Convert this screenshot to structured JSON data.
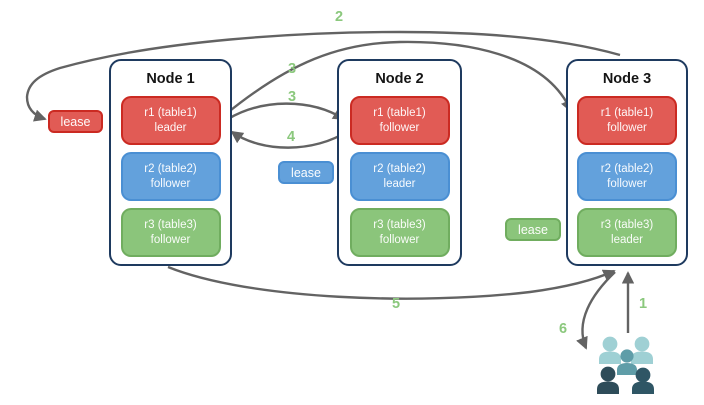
{
  "diagram": {
    "nodes": [
      {
        "title": "Node 1",
        "replicas": [
          {
            "name": "r1 (table1)",
            "role": "leader",
            "color": "red"
          },
          {
            "name": "r2 (table2)",
            "role": "follower",
            "color": "blue"
          },
          {
            "name": "r3 (table3)",
            "role": "follower",
            "color": "green"
          }
        ]
      },
      {
        "title": "Node 2",
        "replicas": [
          {
            "name": "r1 (table1)",
            "role": "follower",
            "color": "red"
          },
          {
            "name": "r2 (table2)",
            "role": "leader",
            "color": "blue"
          },
          {
            "name": "r3 (table3)",
            "role": "follower",
            "color": "green"
          }
        ]
      },
      {
        "title": "Node 3",
        "replicas": [
          {
            "name": "r1 (table1)",
            "role": "follower",
            "color": "red"
          },
          {
            "name": "r2 (table2)",
            "role": "follower",
            "color": "blue"
          },
          {
            "name": "r3 (table3)",
            "role": "leader",
            "color": "green"
          }
        ]
      }
    ],
    "leases": {
      "red": "lease",
      "blue": "lease",
      "green": "lease"
    },
    "arrow_labels": {
      "step1": "1",
      "step2": "2",
      "step3a": "3",
      "step3b": "3",
      "step4": "4",
      "step5": "5",
      "step6": "6"
    },
    "colors": {
      "red_fill": "#e15b55",
      "red_border": "#cb2a22",
      "blue_fill": "#63a1dc",
      "blue_border": "#4a8fd3",
      "green_fill": "#8bc57b",
      "green_border": "#70ad5f",
      "node_border": "#1e3a5f",
      "arrow": "#636363",
      "step_label": "#8bc87d"
    },
    "users_icon": {
      "name": "clients-group-icon",
      "person_colors": [
        "#9fd0d4",
        "#9fd0d4",
        "#5f9da8",
        "#2e4c59",
        "#2f5665"
      ]
    }
  }
}
